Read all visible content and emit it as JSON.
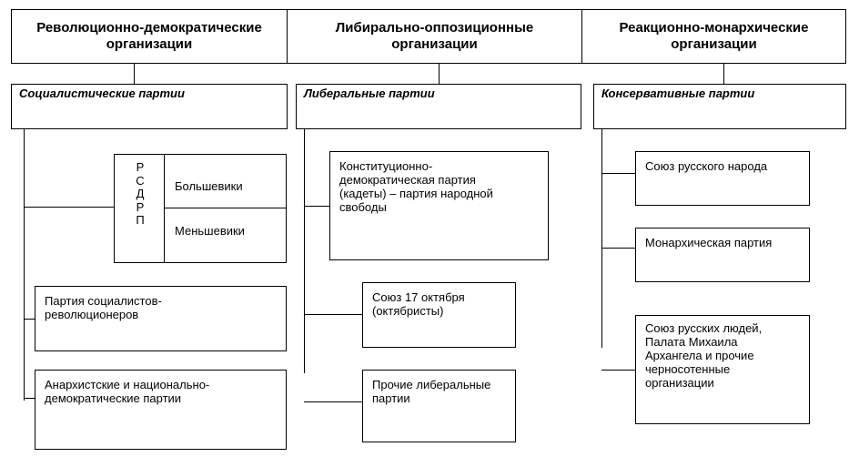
{
  "headers": [
    {
      "text": "Революционно-демократические организации"
    },
    {
      "text": "Либирально-оппозиционные организации"
    },
    {
      "text": "Реакционно-монархические организации"
    }
  ],
  "categories": [
    {
      "text": "Социалистические партии"
    },
    {
      "text": "Либеральные партии"
    },
    {
      "text": "Консервативные партии"
    }
  ],
  "rsdrp": {
    "letters": [
      "Р",
      "С",
      "Д",
      "Р",
      "П"
    ],
    "factions": [
      "Большевики",
      "Меньшевики"
    ]
  },
  "socialist": [
    {
      "text": "Партия социалистов-революционеров"
    },
    {
      "text": "Анархистские и национально-демократические партии"
    }
  ],
  "liberal": [
    {
      "text": "Конституционно-демократическая партия (кадеты) – партия народной свободы"
    },
    {
      "text": "Союз 17 октября (октябристы)"
    },
    {
      "text": "Прочие либеральные партии"
    }
  ],
  "conservative": [
    {
      "text": "Союз русского народа"
    },
    {
      "text": "Монархическая партия"
    },
    {
      "text": "Союз русских людей, Палата Михаила Архангела и прочие черносотенные организации"
    }
  ]
}
